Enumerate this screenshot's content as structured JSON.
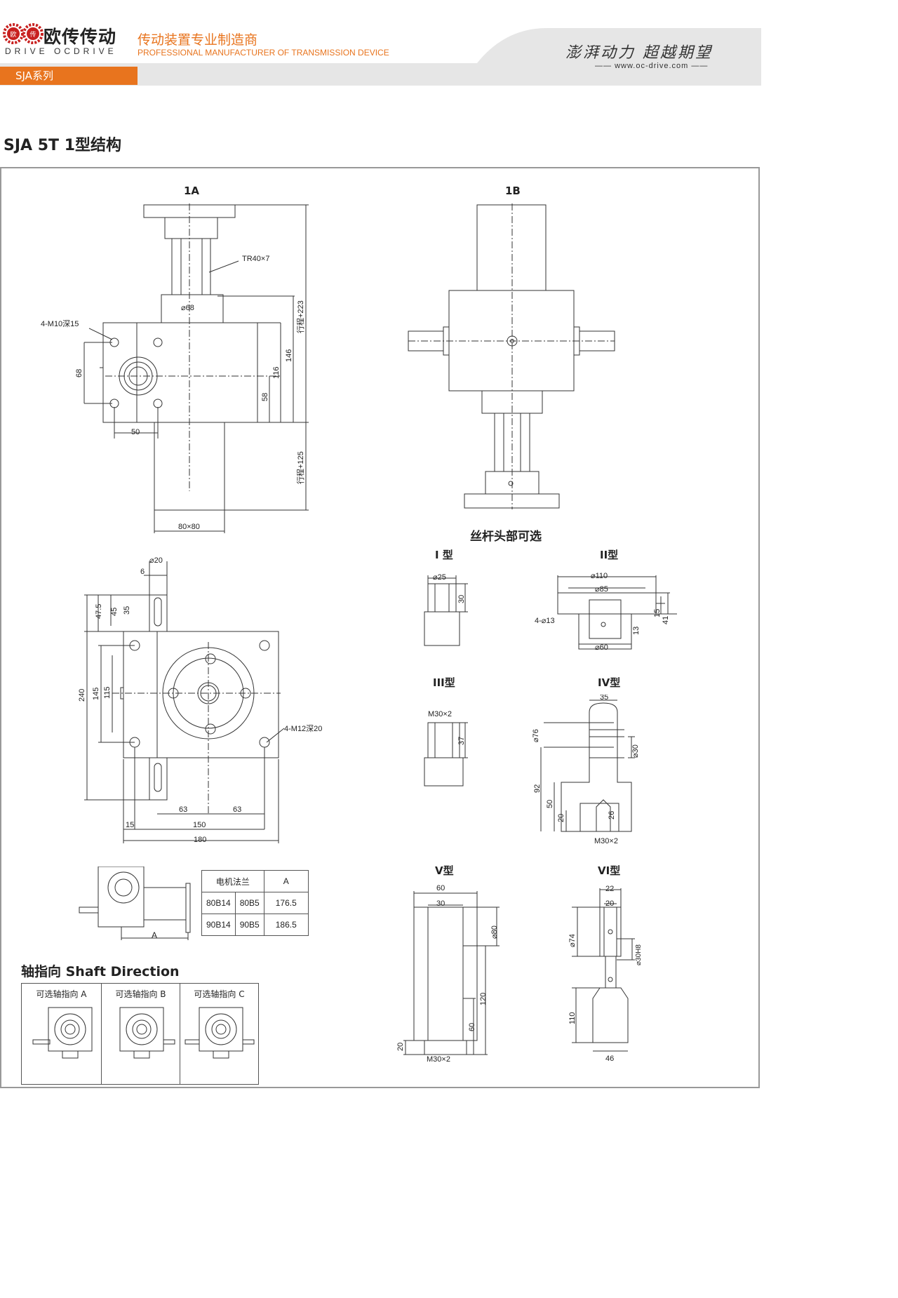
{
  "header": {
    "brand_cn": "欧传传动",
    "brand_en": "DRIVE OCDRIVE",
    "logo_chars": [
      "欧",
      "传"
    ],
    "slogan_cn": "传动装置专业制造商",
    "slogan_en": "PROFESSIONAL MANUFACTURER OF TRANSMISSION DEVICE",
    "motto": "澎湃动力 超越期望",
    "website": "www.oc-drive.com",
    "series_tab": "SJA系列",
    "accent_color": "#e8741e",
    "band_color": "#e6e6e6"
  },
  "page_title": "SJA 5T 1型结构",
  "views": {
    "view_1a": "1A",
    "view_1b": "1B",
    "screw_head_title": "丝杆头部可选",
    "type_I": "I 型",
    "type_II": "II型",
    "type_III": "III型",
    "type_IV": "IV型",
    "type_V": "V型",
    "type_VI": "VI型"
  },
  "dims_1a": {
    "thread": "TR40×7",
    "bore": "⌀68",
    "holes": "4-M10深15",
    "d68": "68",
    "d50": "50",
    "d58": "58",
    "d116": "116",
    "d146": "146",
    "stroke_up": "行程+223",
    "stroke_down": "行程+125",
    "square": "80×80"
  },
  "dims_plan": {
    "shaft_d": "⌀20",
    "d6": "6",
    "d47_5": "47.5",
    "d45": "45",
    "d35": "35",
    "d240": "240",
    "d145": "145",
    "d115": "115",
    "holes": "4-M12深20",
    "d63a": "63",
    "d63b": "63",
    "d15": "15",
    "d150": "150",
    "d180": "180",
    "dim_a": "A"
  },
  "flange_table": {
    "header": [
      "电机法兰",
      "A"
    ],
    "rows": [
      [
        "80B14",
        "80B5",
        "176.5"
      ],
      [
        "90B14",
        "90B5",
        "186.5"
      ]
    ]
  },
  "types": {
    "I": {
      "d": "⌀25",
      "h": "30"
    },
    "II": {
      "d1": "⌀110",
      "d2": "⌀85",
      "d3": "⌀60",
      "holes": "4-⌀13",
      "h1": "15",
      "h2": "41",
      "h3": "13"
    },
    "III": {
      "thread": "M30×2",
      "h": "37"
    },
    "IV": {
      "w": "35",
      "d": "⌀76",
      "d2": "⌀30",
      "h1": "92",
      "h2": "50",
      "h3": "20",
      "h4": "26",
      "thread": "M30×2"
    },
    "V": {
      "w1": "60",
      "w2": "30",
      "d": "⌀80",
      "h1": "120",
      "h2": "60",
      "h3": "20",
      "thread": "M30×2"
    },
    "VI": {
      "w1": "22",
      "w2": "20",
      "d": "⌀74",
      "d2": "⌀30H8",
      "h": "110",
      "w3": "46"
    }
  },
  "shaft_direction": {
    "title": "轴指向 Shaft Direction",
    "options": [
      "可选轴指向 A",
      "可选轴指向 B",
      "可选轴指向 C"
    ]
  }
}
